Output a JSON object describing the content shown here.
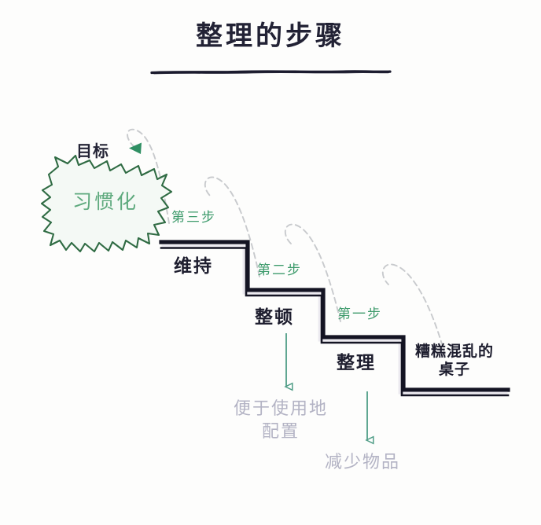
{
  "page": {
    "title": "整理的步骤",
    "background_color": "#fdfdfc",
    "underline_color": "#1b1b2e"
  },
  "goal": {
    "label": "目标",
    "burst_text": "习惯化",
    "burst_outline_color": "#2f6b43",
    "burst_text_color": "#5faa7e",
    "label_color": "#242436"
  },
  "staircase": {
    "stroke_color": "#141423",
    "steps": [
      {
        "id": "step-3",
        "number_label": "第三步",
        "name_label": "维持",
        "number_color": "#3e9b6c",
        "name_color": "#1d1d2e"
      },
      {
        "id": "step-2",
        "number_label": "第二步",
        "name_label": "整顿",
        "number_color": "#3e9b6c",
        "name_color": "#1d1d2e"
      },
      {
        "id": "step-1",
        "number_label": "第一步",
        "name_label": "整理",
        "number_color": "#3e9b6c",
        "name_color": "#1d1d2e"
      }
    ],
    "bottom_label": "糟糕混乱的\n桌子",
    "bottom_label_line1": "糟糕混乱的",
    "bottom_label_line2": "桌子"
  },
  "outcomes": [
    {
      "id": "outcome-step-2",
      "line1": "便于使用地",
      "line2": "配置",
      "color": "#b3b3c4",
      "arrow_color": "#4f9d86"
    },
    {
      "id": "outcome-step-1",
      "line1": "减少物品",
      "line2": "",
      "color": "#b3b3c4",
      "arrow_color": "#4f9d86"
    }
  ],
  "arcs": {
    "count": 3,
    "style": "dashed",
    "color": "#c7c9cc",
    "arrowhead_color": "#2f8f63",
    "direction": "right-to-left"
  }
}
